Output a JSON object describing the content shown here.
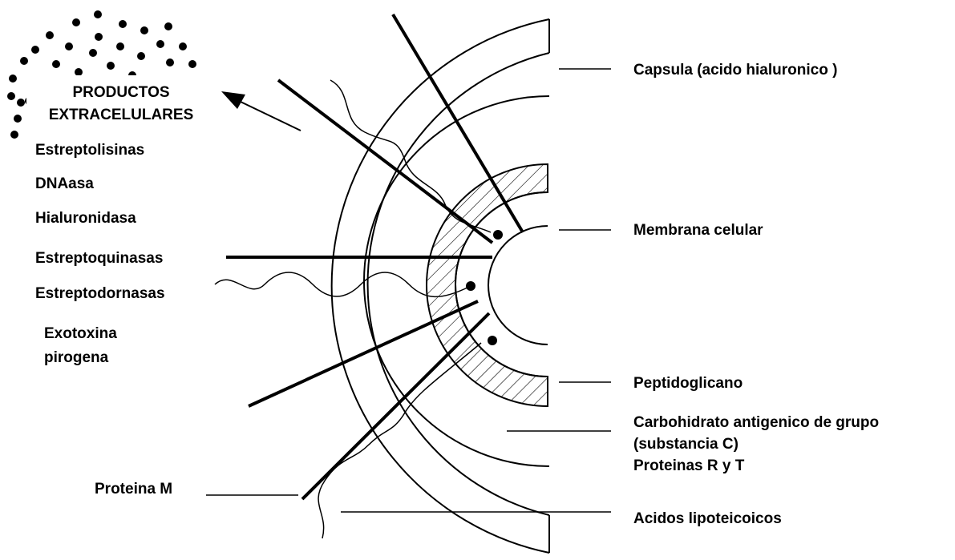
{
  "diagram": {
    "left_group": {
      "heading_line1": "PRODUCTOS",
      "heading_line2": "EXTRACELULARES",
      "items": [
        "Estreptolisinas",
        "DNAasa",
        "Hialuronidasa",
        "Estreptoquinasas",
        "Estreptodornasas"
      ],
      "exotoxina_line1": "Exotoxina",
      "exotoxina_line2": "pirogena"
    },
    "right_labels": {
      "capsula": "Capsula (acido  hialuronico )",
      "membrana": "Membrana celular",
      "peptidoglicano": "Peptidoglicano",
      "carbohidrato_line1": "Carbohidrato  antigenico de grupo",
      "carbohidrato_line2": " (substancia  C)",
      "proteinas_rt": "Proteinas  R y T",
      "acidos": "Acidos  lipoteicoicos"
    },
    "proteina_m": "Proteina M",
    "colors": {
      "ink": "#000000",
      "background": "#ffffff"
    }
  }
}
